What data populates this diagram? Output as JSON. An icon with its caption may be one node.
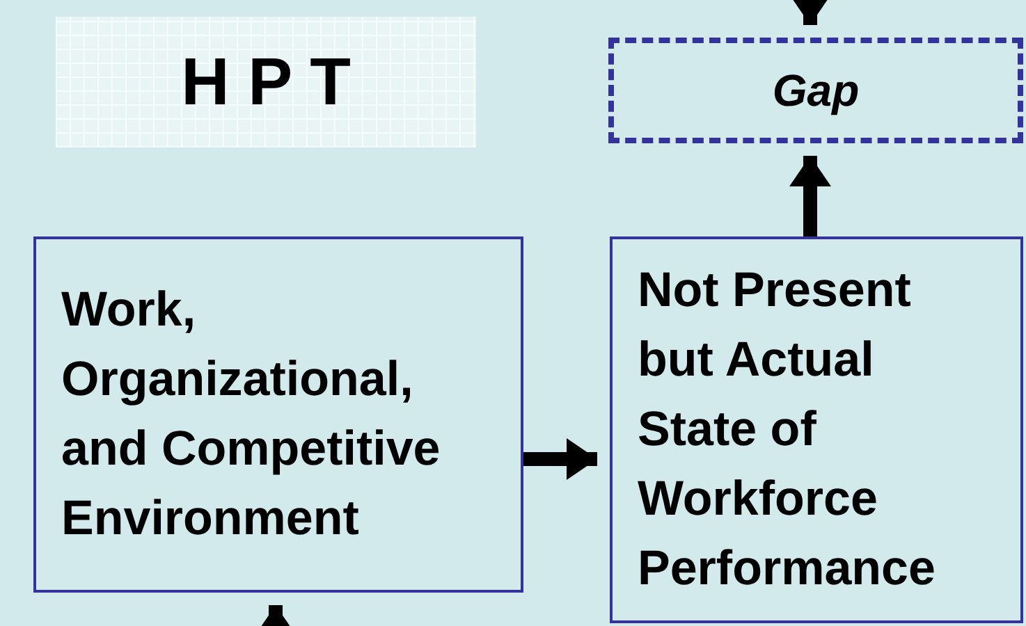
{
  "diagram": {
    "nodes": [
      {
        "text": [
          "H P T"
        ]
      },
      {
        "text": [
          "Gap"
        ]
      },
      {
        "text": [
          "Work, Organizational, and Competitive Environment"
        ]
      },
      {
        "text": [
          "Not Present but Actual State of Workforce Performance"
        ]
      }
    ],
    "edges": [
      {
        "from": null,
        "to": 1,
        "arrow": "to"
      },
      {
        "from": 3,
        "to": 1,
        "arrow": "to"
      },
      {
        "from": 2,
        "to": 3,
        "arrow": "to"
      },
      {
        "from": null,
        "to": 2,
        "arrow": "to"
      }
    ]
  }
}
